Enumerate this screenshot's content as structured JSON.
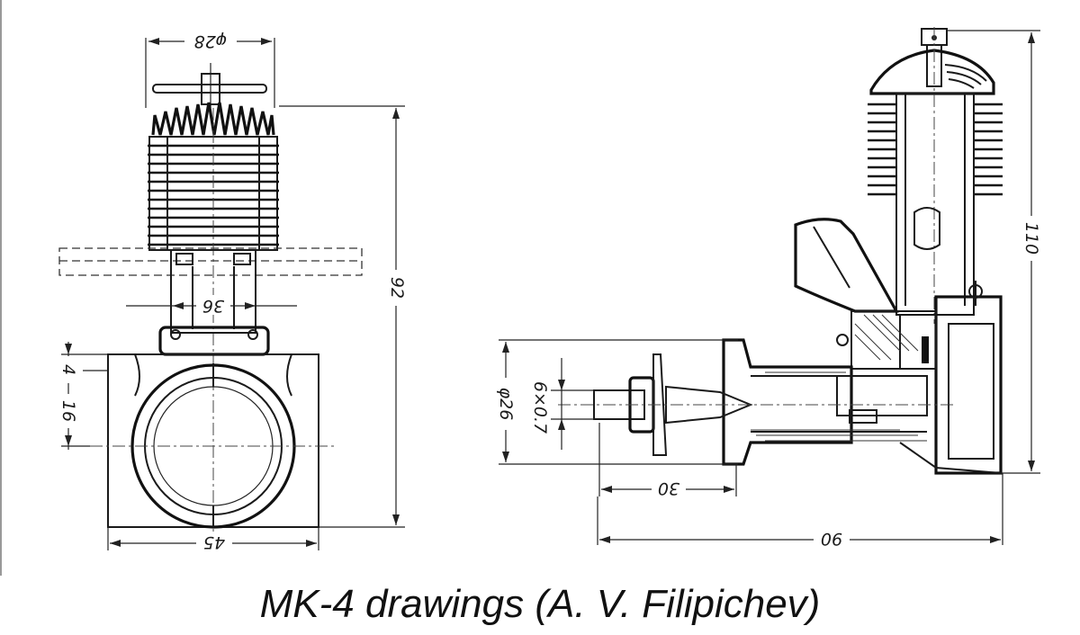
{
  "caption": "MK-4 drawings (A. V. Filipichev)",
  "dimensions": {
    "head_diameter": "φ28",
    "mount_spacing": "36",
    "front_height": "92",
    "bearer_offset": "4",
    "bearer_height": "16",
    "crankcase_width": "45",
    "total_height": "110",
    "crankcase_diameter": "φ26",
    "thread": "6×0.7",
    "shaft_length": "30",
    "total_length": "90"
  }
}
